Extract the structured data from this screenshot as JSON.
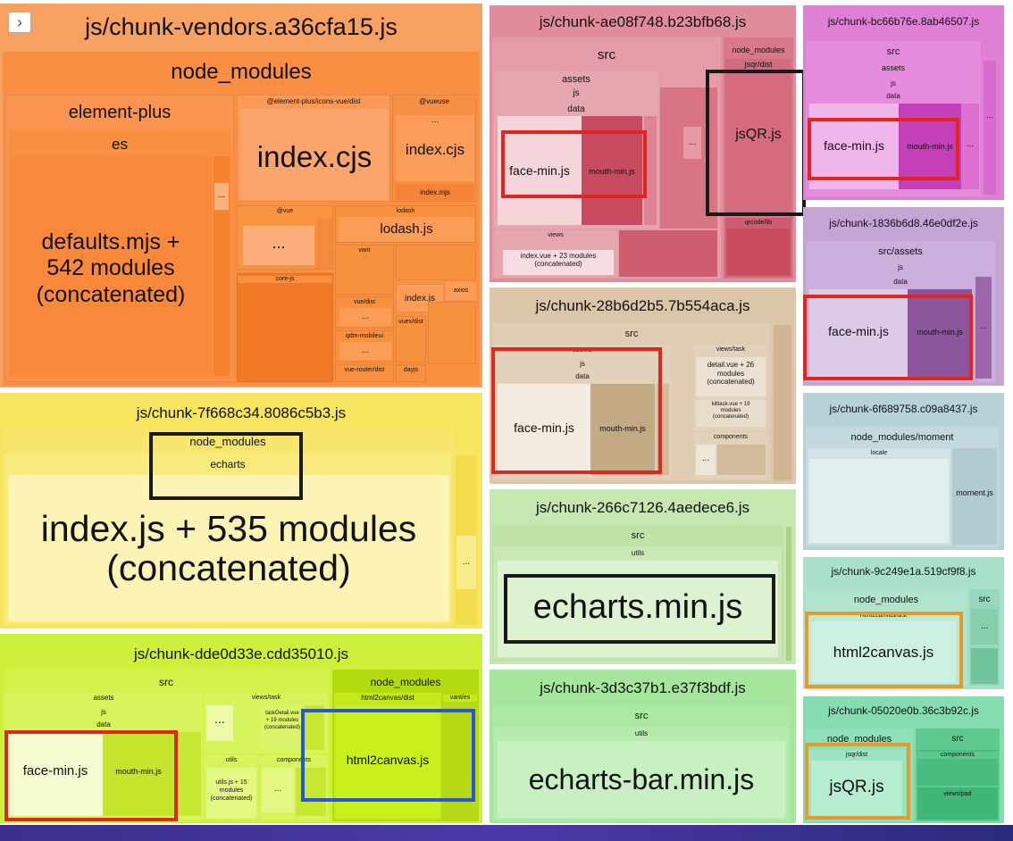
{
  "toggle": {
    "icon": "chevron-right-icon",
    "glyph": "›"
  },
  "vendors": {
    "title": "js/chunk-vendors.a36cfa15.js",
    "node_modules": "node_modules",
    "element_plus": "element-plus",
    "es": "es",
    "defaults": "defaults.mjs +\n542 modules\n(concatenated)",
    "icons_vue": "@element-plus/icons-vue/dist",
    "icons_index": "index.cjs",
    "vueuse": "@vueuse",
    "vueuse_index": "index.cjs",
    "vueuse_index_mjs": "index.mjs",
    "at_vue": "@vue",
    "lodash_dir": "lodash",
    "lodash": "lodash.js",
    "vant": "vant",
    "core_js": "core-js",
    "vue_dist": "vue/dist",
    "index_js": "index.js",
    "axios": "axios",
    "qdm": "qdm-mobileui",
    "vuex_dist": "vuex/dist",
    "vue_router": "vue-router/dist",
    "dayjs": "dayjs",
    "dots": "..."
  },
  "ae08": {
    "title": "js/chunk-ae08f748.b23bfb68.js",
    "src": "src",
    "assets": "assets",
    "js": "js",
    "data": "data",
    "face": "face-min.js",
    "mouth": "mouth-min.js",
    "views": "views",
    "index_vue": "index.vue + 23 modules\n(concatenated)",
    "node_modules": "node_modules",
    "jsqr_dist": "jsqr/dist",
    "jsqr": "jsQR.js",
    "qrcode": "qrcode/lib",
    "dots": "..."
  },
  "bc66": {
    "title": "js/chunk-bc66b76e.8ab46507.js",
    "src": "src",
    "assets": "assets",
    "js": "js",
    "data": "data",
    "face": "face-min.js",
    "mouth": "mouth-min.js",
    "dots": "..."
  },
  "c1836": {
    "title": "js/chunk-1836b6d8.46e0df2e.js",
    "src_assets": "src/assets",
    "js": "js",
    "data": "data",
    "face": "face-min.js",
    "mouth": "mouth-min.js",
    "dots": "..."
  },
  "c28b6": {
    "title": "js/chunk-28b6d2b5.7b554aca.js",
    "src": "src",
    "assets": "assets",
    "js": "js",
    "data": "data",
    "face": "face-min.js",
    "mouth": "mouth-min.js",
    "views_task": "views/task",
    "detail_vue": "detail.vue + 26\nmodules\n(concatenated)",
    "killtask": "killtask.vue + 19\nmodules\n(concatenated)",
    "components": "components",
    "dots": "..."
  },
  "c6f68": {
    "title": "js/chunk-6f689758.c09a8437.js",
    "moment_dir": "node_modules/moment",
    "locale": "locale",
    "moment": "moment.js"
  },
  "c7f66": {
    "title": "js/chunk-7f668c34.8086c5b3.js",
    "node_modules": "node_modules",
    "echarts": "echarts",
    "index": "index.js + 535 modules\n(concatenated)",
    "dots": "..."
  },
  "c266c": {
    "title": "js/chunk-266c7126.4aedece6.js",
    "src": "src",
    "utils": "utils",
    "echarts_min": "echarts.min.js"
  },
  "c9c24": {
    "title": "js/chunk-9c249e1a.519cf9f8.js",
    "node_modules": "node_modules",
    "h2c_dist": "html2canvas/dist",
    "h2c": "html2canvas.js",
    "src": "src",
    "dots": "..."
  },
  "cdde0": {
    "title": "js/chunk-dde0d33e.cdd35010.js",
    "src": "src",
    "assets": "assets",
    "js": "js",
    "data": "data",
    "face": "face-min.js",
    "mouth": "mouth-min.js",
    "views_task": "views/task",
    "task_detail": "taskDetail.vue\n+ 19 modules\n(concatenated)",
    "utils": "utils",
    "utils_js": "utils.js + 15\nmodules\n(concatenated)",
    "components": "components",
    "node_modules": "node_modules",
    "h2c_dist": "html2canvas/dist",
    "h2c": "html2canvas.js",
    "vant_es": "vant/es",
    "dots": "..."
  },
  "c3d3c": {
    "title": "js/chunk-3d3c37b1.e37f3bdf.js",
    "src": "src",
    "utils": "utils",
    "echarts_bar": "echarts-bar.min.js"
  },
  "c0502": {
    "title": "js/chunk-05020e0b.36c3b92c.js",
    "node_modules": "node_modules",
    "jsqr_dist": "jsqr/dist",
    "jsqr": "jsQR.js",
    "src": "src",
    "components": "components",
    "views_pad": "views/pad"
  },
  "colors": {
    "vendors": "#f98c3d",
    "ae08": "#df8d9a",
    "bc66": "#e07fd6",
    "c1836": "#c4a3d5",
    "c28b6": "#d9c4a7",
    "c6f68": "#b7d2d8",
    "c7f66": "#f8e262",
    "c266c": "#c6e6b2",
    "c9c24": "#a9e0c8",
    "cdde0": "#d1f32f",
    "c3d3c": "#a5e69c",
    "c0502": "#84dcb0",
    "highlight_red": "#e0261d",
    "highlight_black": "#1a1a1a",
    "highlight_blue": "#2b55d6",
    "highlight_orange": "#e59a2e"
  }
}
